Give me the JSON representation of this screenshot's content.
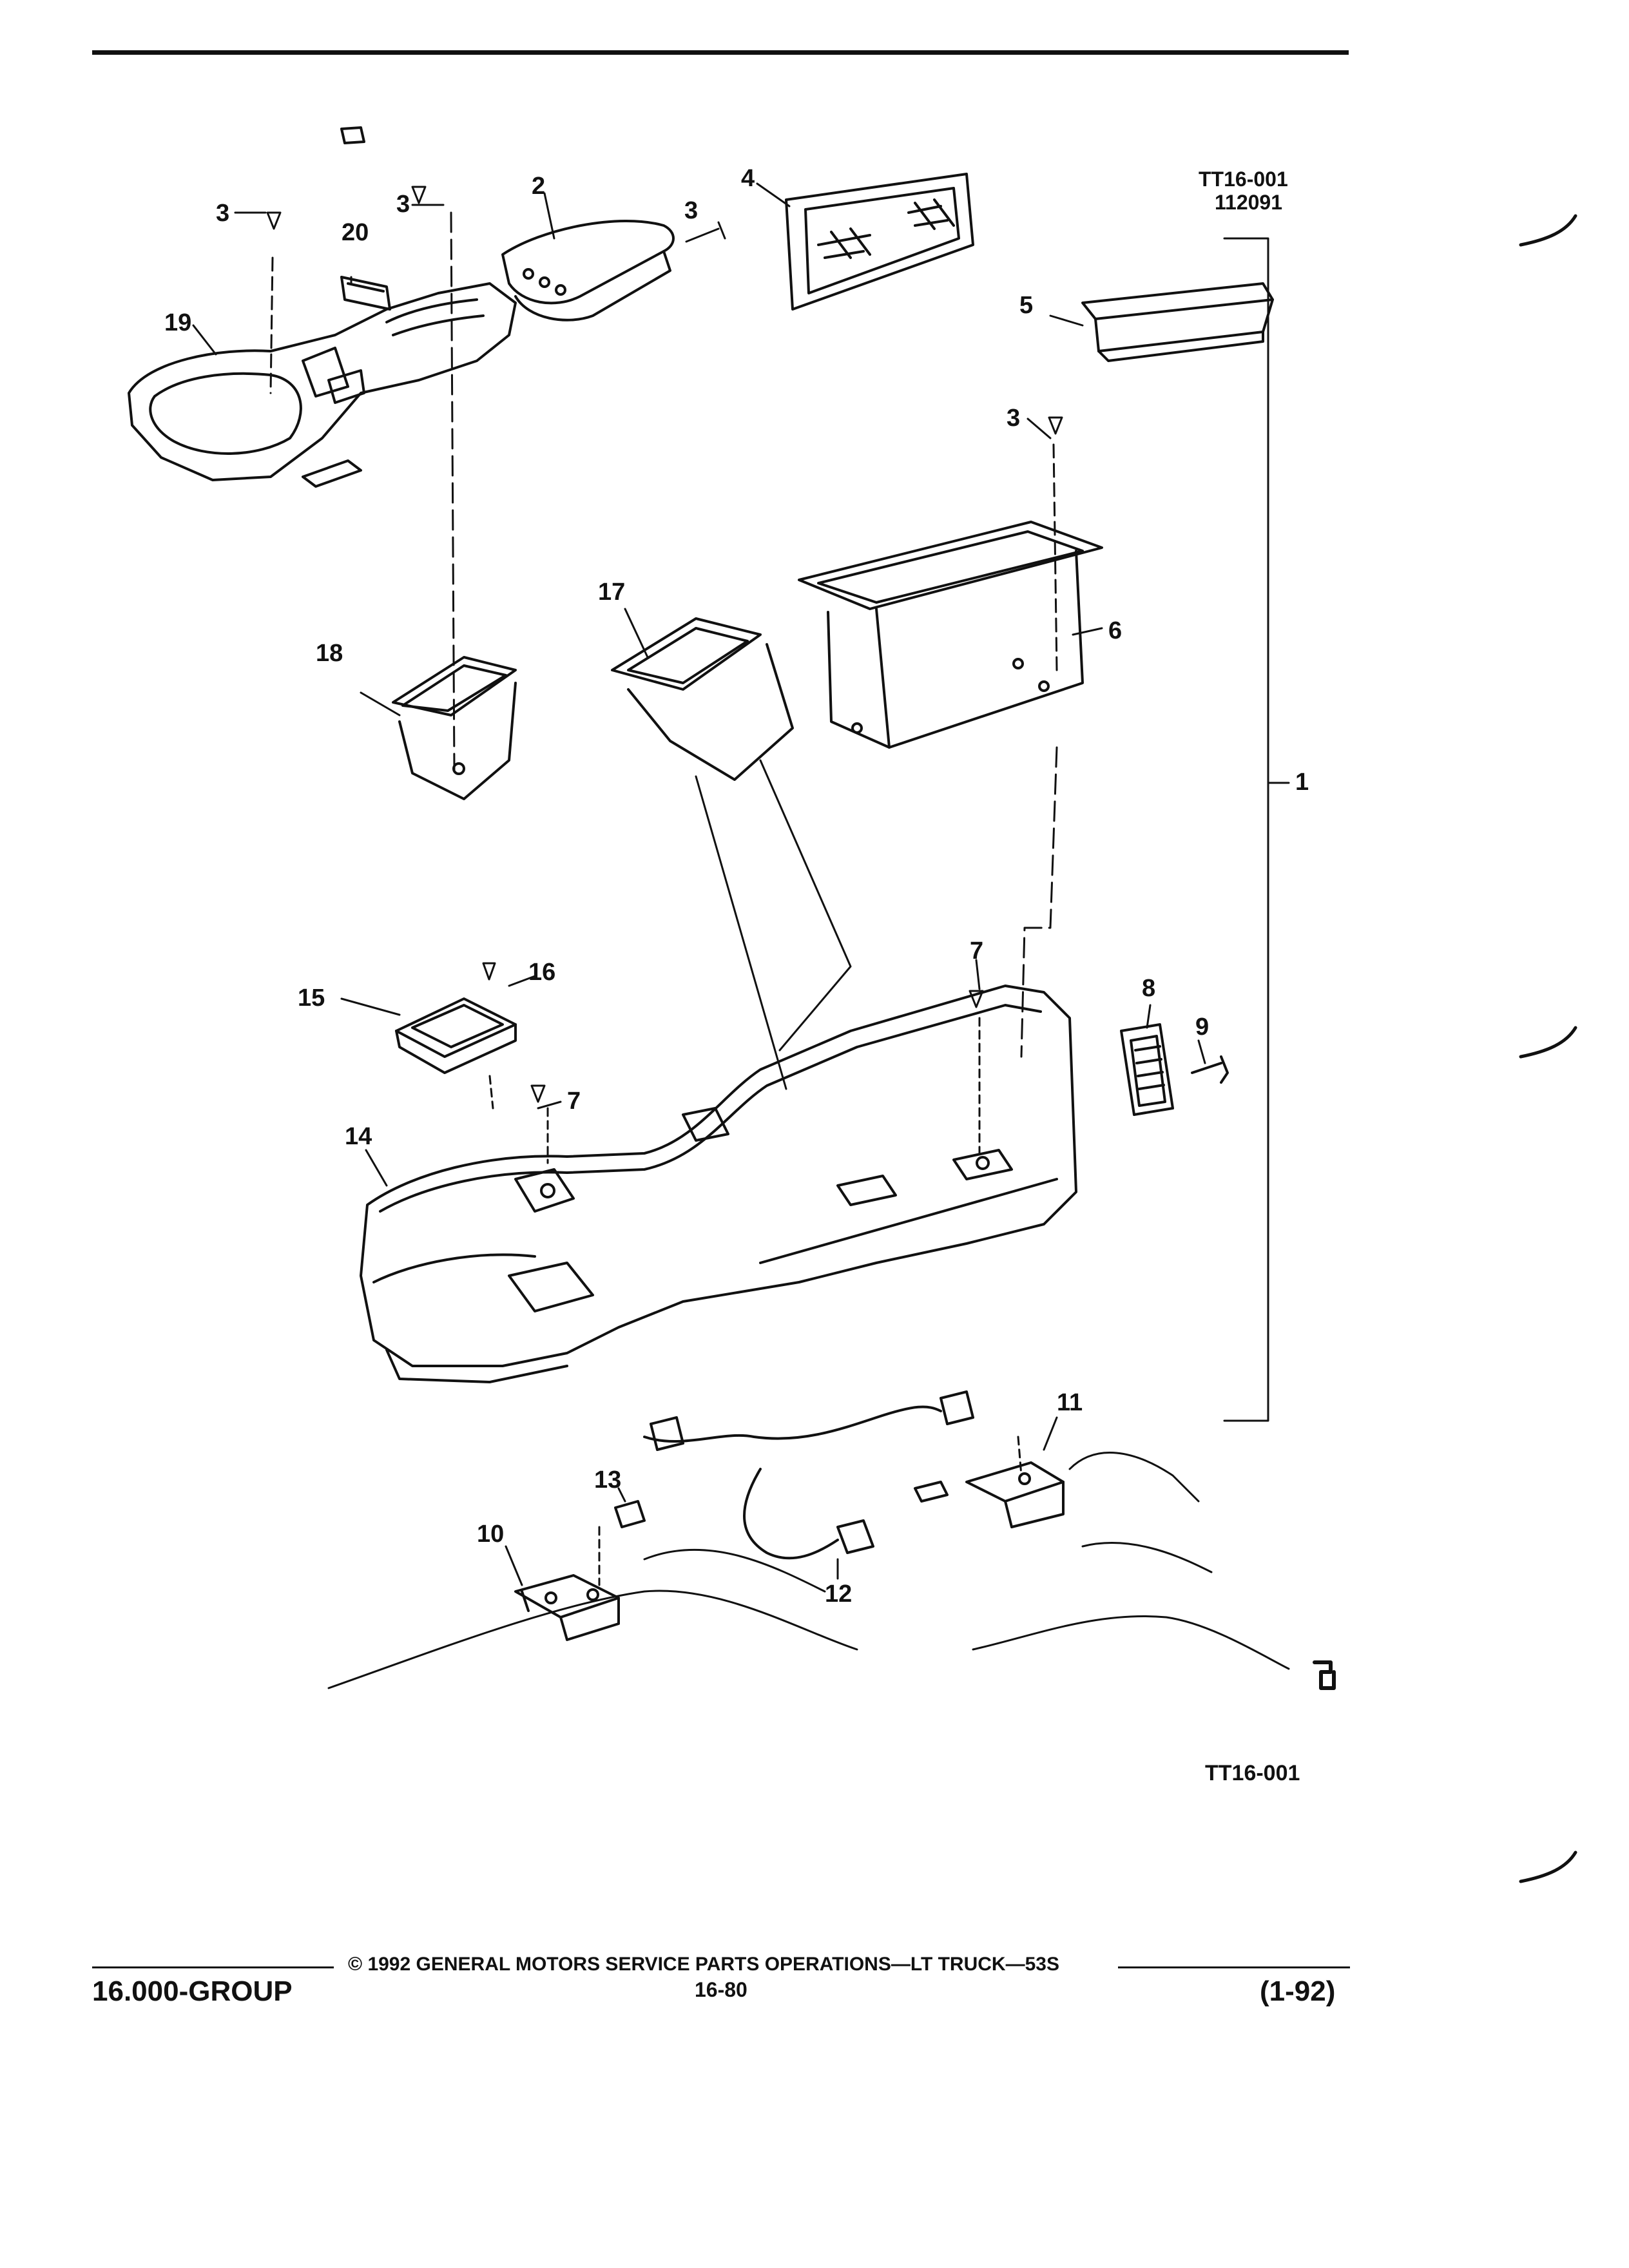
{
  "header": {
    "ref_code": "TT16-001",
    "date_code": "112091"
  },
  "callouts": [
    "1",
    "2",
    "3",
    "3",
    "3",
    "3",
    "4",
    "5",
    "6",
    "7",
    "7",
    "8",
    "9",
    "10",
    "11",
    "12",
    "13",
    "14",
    "15",
    "16",
    "17",
    "18",
    "19",
    "20"
  ],
  "figure_id": "TT16-001",
  "footer": {
    "copyright": "© 1992 GENERAL MOTORS SERVICE PARTS OPERATIONS—LT TRUCK—53S",
    "group": "16.000-GROUP",
    "page": "16-80",
    "revision": "(1-92)"
  },
  "colors": {
    "ink": "#111111",
    "paper": "#ffffff"
  }
}
